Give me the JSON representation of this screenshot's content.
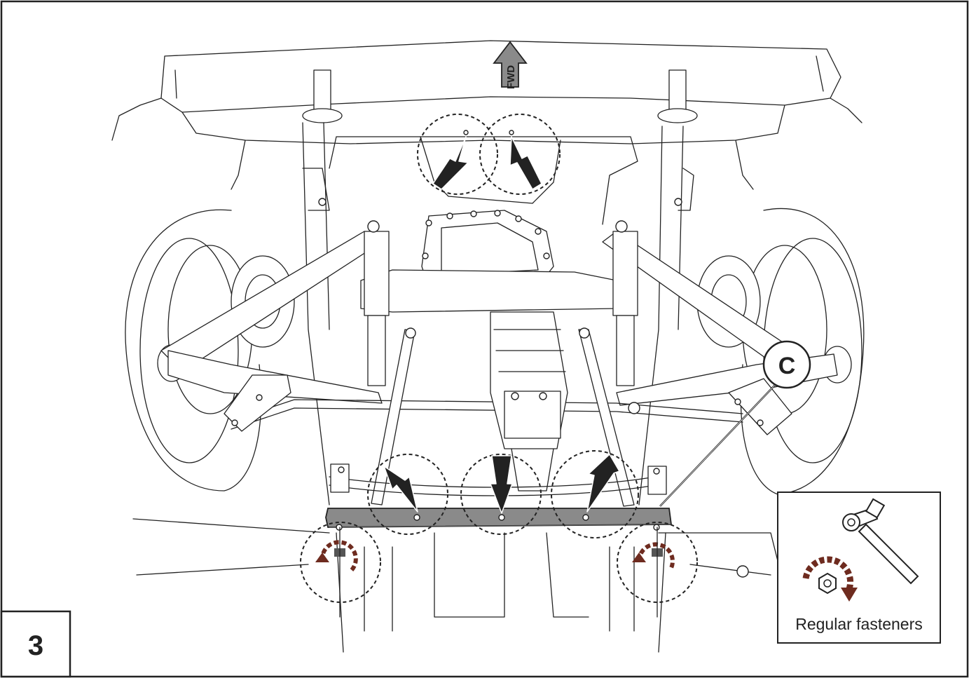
{
  "step_number": "3",
  "callout_letter": "C",
  "forward_label": "FWD",
  "legend": {
    "caption": "Regular fasteners",
    "icon": "ratchet-wrench-icon",
    "rotation_icon": "rotation-arrows-icon"
  },
  "colors": {
    "line": "#222222",
    "skid_plate": "#8a8a8a",
    "rotation_arrows": "#6e2b1f",
    "background": "#ffffff"
  }
}
